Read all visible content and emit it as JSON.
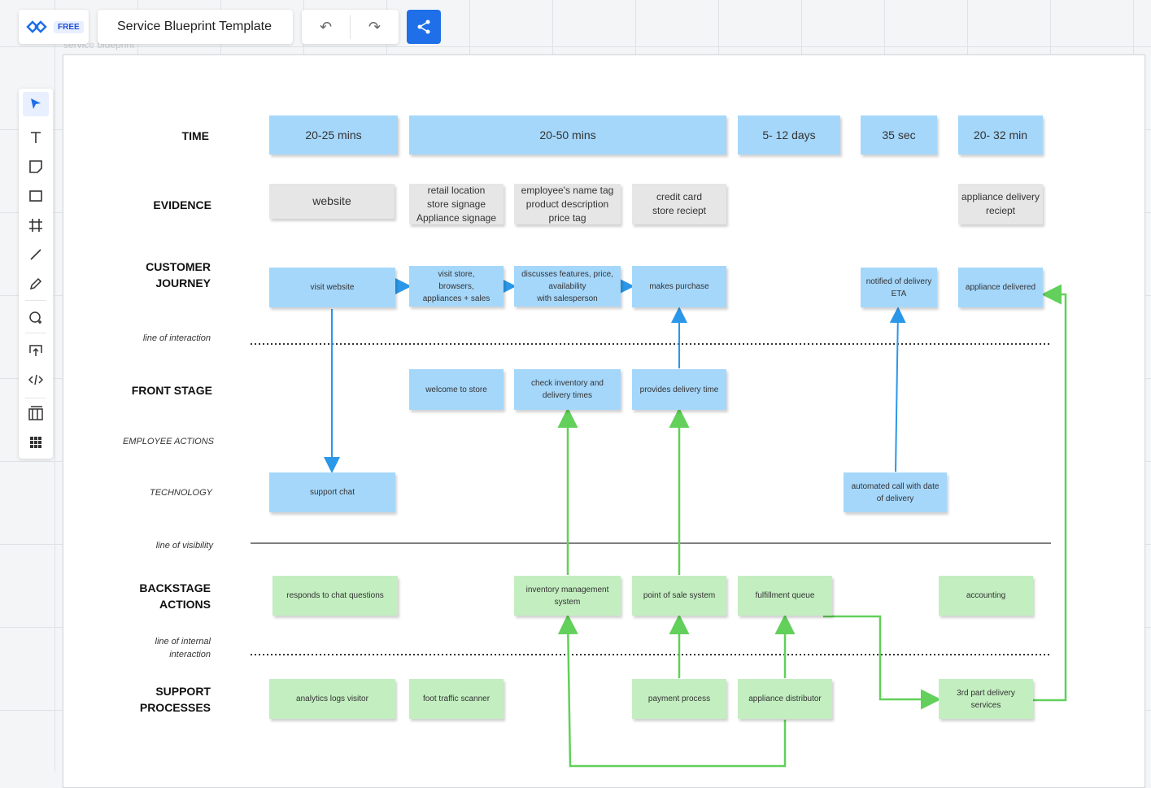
{
  "header": {
    "plan_badge": "FREE",
    "doc_title": "Service Blueprint Template",
    "ghost_label": "service blueprint"
  },
  "colors": {
    "blue_note": "#a5d7fb",
    "grey_note": "#e6e6e6",
    "green_note": "#c3eec0",
    "blue_arrow": "#2b97e8",
    "green_arrow": "#62d05a",
    "accent": "#1e6fe8"
  },
  "toolbar_icons": [
    "select-icon",
    "text-icon",
    "sticky-note-icon",
    "rectangle-icon",
    "frame-icon",
    "line-icon",
    "pen-icon",
    "lasso-icon",
    "upload-icon",
    "embed-code-icon",
    "templates-icon",
    "apps-grid-icon"
  ],
  "rows": {
    "time": "TIME",
    "evidence": "EVIDENCE",
    "customer_journey": "CUSTOMER\nJOURNEY",
    "line_of_interaction": "line of interaction",
    "front_stage": "FRONT STAGE",
    "employee_actions": "EMPLOYEE ACTIONS",
    "technology": "TECHNOLOGY",
    "line_of_visibility": "line of visibility",
    "backstage_actions": "BACKSTAGE\nACTIONS",
    "line_of_internal_interaction": "line of internal\ninteraction",
    "support_processes": "SUPPORT\nPROCESSES"
  },
  "notes": {
    "time_1": "20-25 mins",
    "time_2": "20-50 mins",
    "time_3": "5- 12 days",
    "time_4": "35 sec",
    "time_5": "20- 32 min",
    "evidence_website": "website",
    "evidence_retail": "retail location\nstore signage\nAppliance signage",
    "evidence_employee": "employee's name tag\nproduct description\nprice tag",
    "evidence_credit": "credit card\nstore reciept",
    "evidence_delivery": "appliance delivery\nreciept",
    "journey_visit_website": "visit website",
    "journey_visit_store": "visit store,\nbrowsers,\nappliances + sales",
    "journey_discusses": "discusses features, price,\navailability\nwith salesperson",
    "journey_purchase": "makes purchase",
    "journey_notified": "notified of delivery\nETA",
    "journey_delivered": "appliance delivered",
    "front_welcome": "welcome to store",
    "front_check_inventory": "check inventory and\ndelivery times",
    "front_delivery_time": "provides delivery time",
    "tech_support_chat": "support chat",
    "tech_automated_call": "automated call with date\nof delivery",
    "back_chat_questions": "responds to chat questions",
    "back_inventory_system": "inventory management\nsystem",
    "back_pos": "point of sale system",
    "back_fulfillment": "fulfillment queue",
    "back_accounting": "accounting",
    "support_analytics": "analytics logs visitor",
    "support_foot_traffic": "foot traffic scanner",
    "support_payment": "payment process",
    "support_distributor": "appliance distributor",
    "support_third_party": "3rd part delivery\nservices"
  }
}
